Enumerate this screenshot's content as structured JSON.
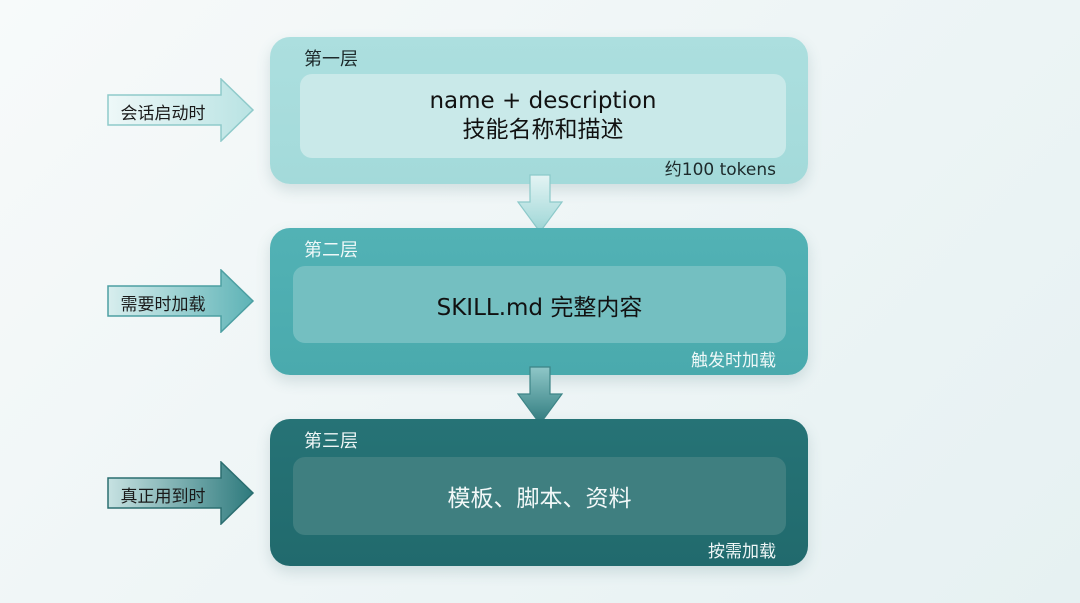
{
  "layers": [
    {
      "title": "第一层",
      "content_line1": "name + description",
      "content_line2": "技能名称和描述",
      "note": "约100 tokens",
      "color": "#a8dcdc"
    },
    {
      "title": "第二层",
      "content_line1": "SKILL.md 完整内容",
      "note": "触发时加载",
      "color": "#4fb0b3"
    },
    {
      "title": "第三层",
      "content_line1": "模板、脚本、资料",
      "note": "按需加载",
      "color": "#236f72"
    }
  ],
  "triggers": [
    {
      "label": "会话启动时",
      "icon": "arrow-right-icon"
    },
    {
      "label": "需要时加载",
      "icon": "arrow-right-icon"
    },
    {
      "label": "真正用到时",
      "icon": "arrow-right-icon"
    }
  ],
  "connectors": [
    {
      "icon": "arrow-down-icon"
    },
    {
      "icon": "arrow-down-icon"
    }
  ]
}
